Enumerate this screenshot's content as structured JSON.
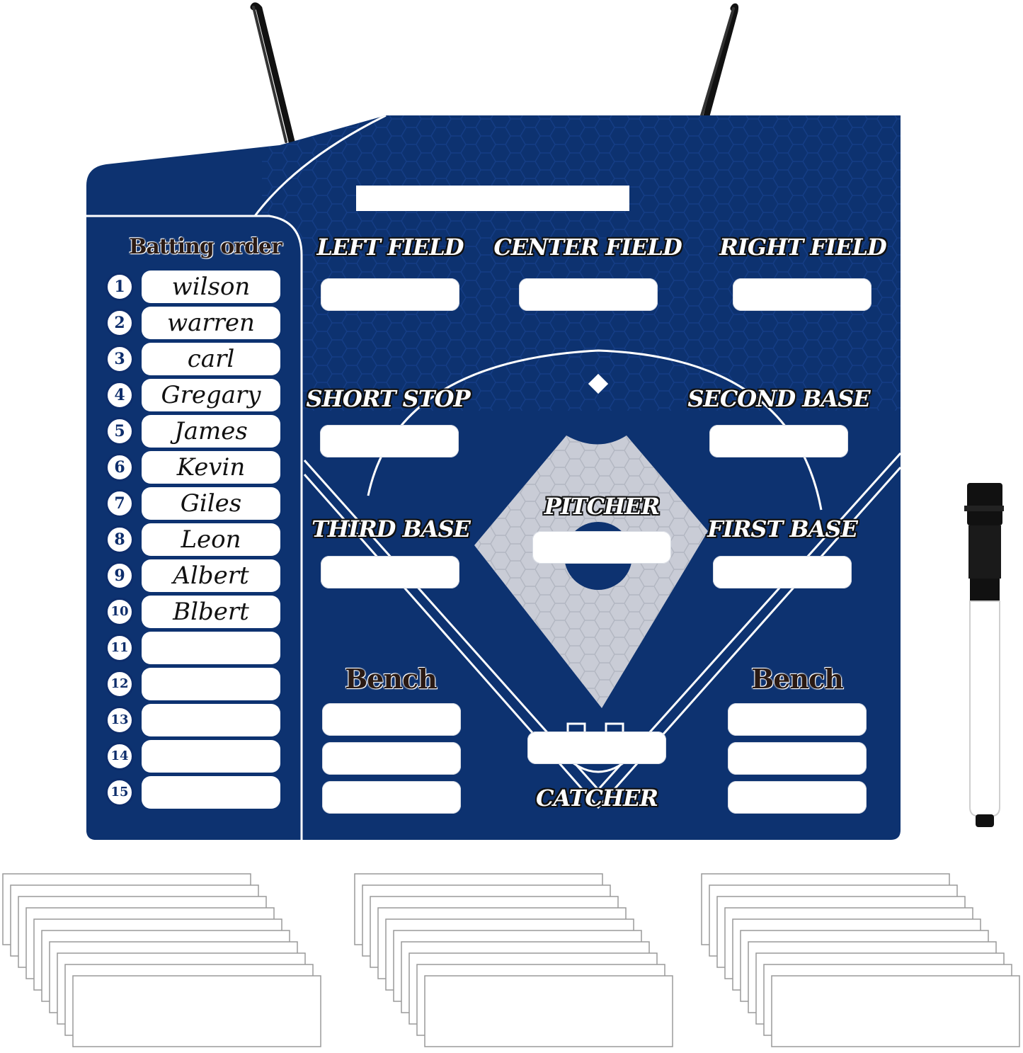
{
  "positions": {
    "left_field": "LEFT FIELD",
    "center_field": "CENTER FIELD",
    "right_field": "RIGHT FIELD",
    "short_stop": "SHORT STOP",
    "second_base": "SECOND BASE",
    "pitcher": "PITCHER",
    "third_base": "THIRD BASE",
    "first_base": "FIRST BASE",
    "catcher": "CATCHER"
  },
  "bench": {
    "left": "Bench",
    "right": "Bench"
  },
  "batting_order": {
    "title": "Batting order",
    "rows": [
      {
        "num": "1",
        "name": "wilson"
      },
      {
        "num": "2",
        "name": "warren"
      },
      {
        "num": "3",
        "name": "carl"
      },
      {
        "num": "4",
        "name": "Gregary"
      },
      {
        "num": "5",
        "name": "James"
      },
      {
        "num": "6",
        "name": "Kevin"
      },
      {
        "num": "7",
        "name": "Giles"
      },
      {
        "num": "8",
        "name": "Leon"
      },
      {
        "num": "9",
        "name": "Albert"
      },
      {
        "num": "10",
        "name": "Blbert"
      },
      {
        "num": "11",
        "name": ""
      },
      {
        "num": "12",
        "name": ""
      },
      {
        "num": "13",
        "name": ""
      },
      {
        "num": "14",
        "name": ""
      },
      {
        "num": "15",
        "name": ""
      }
    ]
  },
  "colors": {
    "board": "#0d3270",
    "board_dark": "#0a2a60",
    "infield": "#c9ccd6",
    "line": "#ffffff",
    "marker_body": "#ffffff",
    "marker_cap": "#111111"
  },
  "icons": {
    "marker": "dry-erase-marker-icon",
    "hanger": "hanging-rope-icon"
  }
}
